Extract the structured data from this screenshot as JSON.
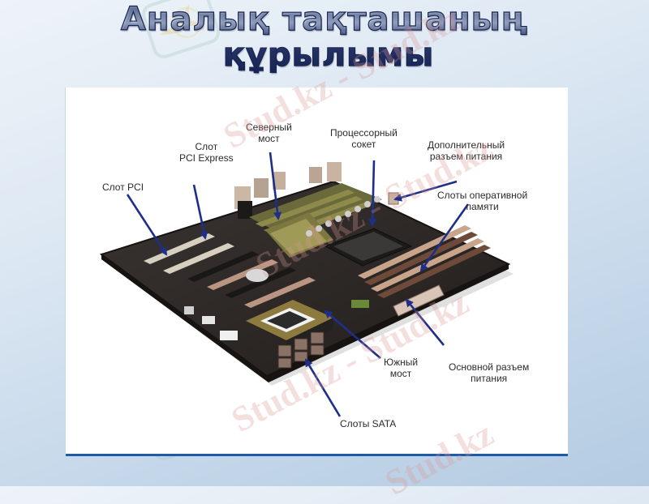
{
  "slide": {
    "title_line1": "Аналық тақташаның",
    "title_line2": "құрылымы",
    "watermark_text": "Stud.kz",
    "watermark_text_alt": "Stud.kz - Stud.kz"
  },
  "diagram": {
    "subject": "motherboard",
    "labels": {
      "pci_slot": "Слот PCI",
      "pcie_slot_line1": "Слот",
      "pcie_slot_line2": "PCI Express",
      "northbridge_line1": "Северный",
      "northbridge_line2": "мост",
      "cpu_socket_line1": "Процессорный",
      "cpu_socket_line2": "сокет",
      "aux_power_line1": "Дополнительный",
      "aux_power_line2": "разъем питания",
      "ram_slots_line1": "Слоты оперативной",
      "ram_slots_line2": "памяти",
      "southbridge_line1": "Южный",
      "southbridge_line2": "мост",
      "main_power_line1": "Основной разъем",
      "main_power_line2": "питания",
      "sata_slots": "Слоты SATA"
    },
    "colors": {
      "arrow": "#1e2f8a",
      "board": "#2e2a28",
      "panel_border": "#1f5aa6",
      "title_dark": "#17245a"
    }
  }
}
